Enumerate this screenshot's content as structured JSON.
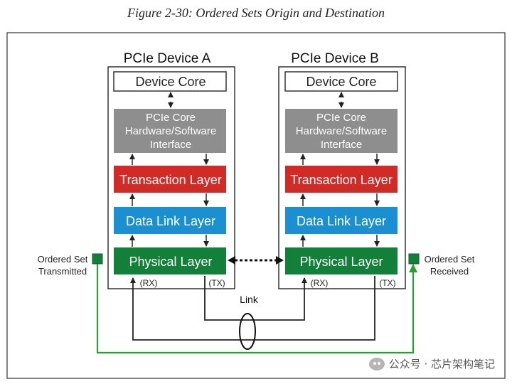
{
  "caption": "Figure 2-30: Ordered Sets Origin and Destination",
  "device_a": {
    "title": "PCIe Device A",
    "core": "Device Core",
    "interface_lines": [
      "PCIe Core",
      "Hardware/Software",
      "Interface"
    ],
    "transaction": "Transaction Layer",
    "data_link": "Data Link Layer",
    "physical": "Physical Layer",
    "rx": "(RX)",
    "tx": "(TX)"
  },
  "device_b": {
    "title": "PCIe Device B",
    "core": "Device Core",
    "interface_lines": [
      "PCIe Core",
      "Hardware/Software",
      "Interface"
    ],
    "transaction": "Transaction Layer",
    "data_link": "Data Link Layer",
    "physical": "Physical Layer",
    "rx": "(RX)",
    "tx": "(TX)"
  },
  "link_label": "Link",
  "ordered_set_transmitted": [
    "Ordered Set",
    "Transmitted"
  ],
  "ordered_set_received": [
    "Ordered Set",
    "Received"
  ],
  "watermark": "公众号 · 芯片架构笔记",
  "colors": {
    "interface": "#8e8e8e",
    "transaction": "#d42a26",
    "data_link": "#1a8fd1",
    "physical": "#13803a",
    "green_path": "#26a22a",
    "outline": "#333333"
  }
}
